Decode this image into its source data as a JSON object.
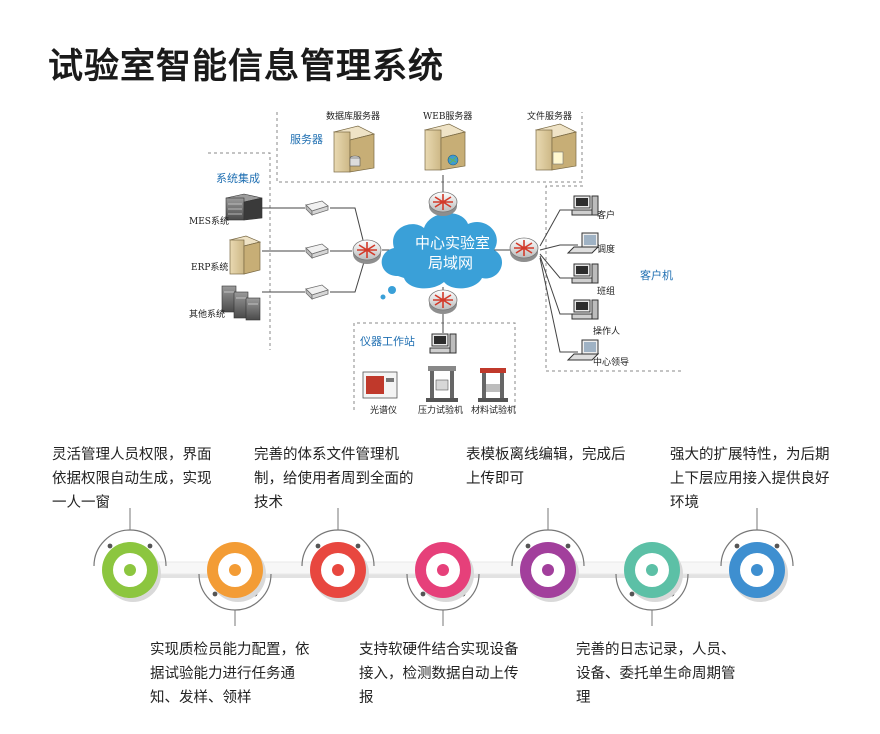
{
  "title": "试验室智能信息管理系统",
  "groups": {
    "servers": "服务器",
    "integration": "系统集成",
    "clients": "客户机",
    "instruments": "仪器工作站"
  },
  "servers": [
    "数据库服务器",
    "WEB服务器",
    "文件服务器"
  ],
  "integration_systems": [
    "MES系统",
    "ERP系统",
    "其他系统"
  ],
  "clients": [
    "客户",
    "调度",
    "班组",
    "操作人",
    "中心领导"
  ],
  "instruments": [
    "光谱仪",
    "压力试验机",
    "材料试验机"
  ],
  "cloud": {
    "line1": "中心实验室",
    "line2": "局域网"
  },
  "features_top": [
    {
      "line1": "灵活管理人员权限，界面",
      "line2": "依据权限自动生成，实现",
      "line3": "一人一窗"
    },
    {
      "line1": "完善的体系文件管理机",
      "line2": "制，给使用者周到全面的",
      "line3": "技术"
    },
    {
      "line1": "表模板离线编辑，完成后",
      "line2": "上传即可",
      "line3": ""
    },
    {
      "line1": "强大的扩展特性，为后期",
      "line2": "上下层应用接入提供良好",
      "line3": "环境"
    }
  ],
  "features_bottom": [
    {
      "line1": "实现质检员能力配置，依",
      "line2": "据试验能力进行任务通",
      "line3": "知、发样、领样"
    },
    {
      "line1": "支持软硬件结合实现设备",
      "line2": "接入，检测数据自动上传",
      "line3": "报"
    },
    {
      "line1": "完善的日志记录，人员、",
      "line2": "设备、委托单生命周期管",
      "line3": "理"
    }
  ],
  "colors": {
    "node1": "#8cc63f",
    "node2": "#f39c35",
    "node3": "#e8473f",
    "node4": "#e6407a",
    "node5": "#a23f9c",
    "node6": "#5cc0a6",
    "node7": "#3e8fd0",
    "cloud": "#3aa0d8",
    "group_label": "#1f6fb2"
  }
}
